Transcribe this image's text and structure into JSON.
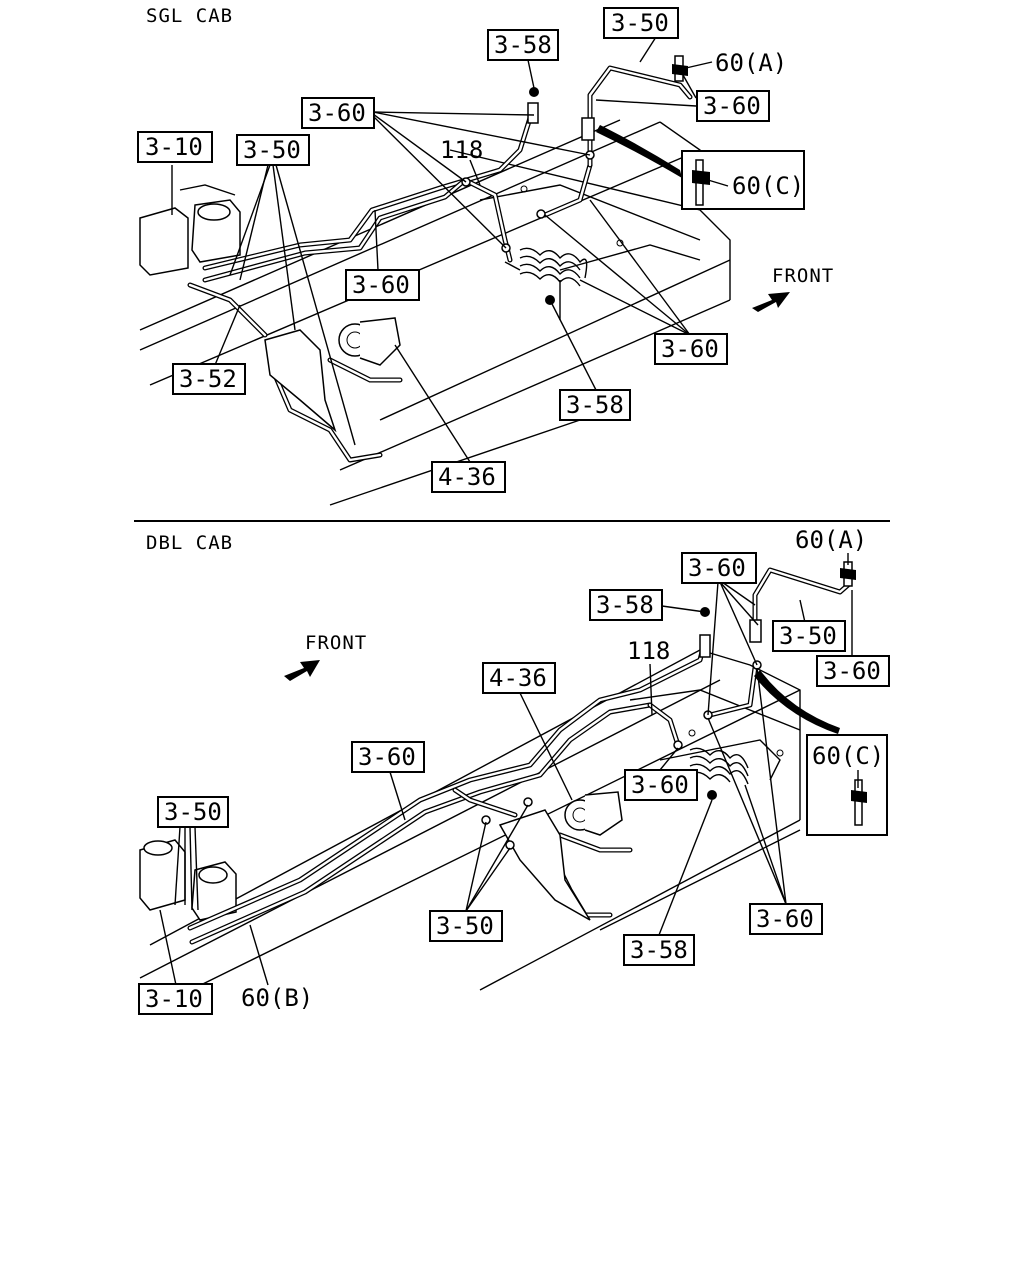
{
  "sections": [
    {
      "title": "SGL CAB",
      "front_label": "FRONT",
      "callouts": {
        "c_3_50_top": "3-50",
        "c_3_58_top": "3-58",
        "c_60a": "60(A)",
        "c_3_60_top": "3-60",
        "c_3_60_right": "3-60",
        "c_118": "118",
        "c_3_10": "3-10",
        "c_3_50_left": "3-50",
        "c_60c": "60(C)",
        "c_3_60_mid": "3-60",
        "c_3_52": "3-52",
        "c_3_60_lower": "3-60",
        "c_3_58_lower": "3-58",
        "c_4_36": "4-36"
      }
    },
    {
      "title": "DBL CAB",
      "front_label": "FRONT",
      "callouts": {
        "c_60a": "60(A)",
        "c_3_60_top": "3-60",
        "c_3_58_top": "3-58",
        "c_3_50_right": "3-50",
        "c_3_60_right": "3-60",
        "c_118": "118",
        "c_4_36": "4-36",
        "c_3_60_left": "3-60",
        "c_60c": "60(C)",
        "c_3_60_mid": "3-60",
        "c_3_50_left": "3-50",
        "c_3_50_lower": "3-50",
        "c_3_60_lower": "3-60",
        "c_3_58_lower": "3-58",
        "c_3_10": "3-10",
        "c_60b": "60(B)"
      }
    }
  ]
}
